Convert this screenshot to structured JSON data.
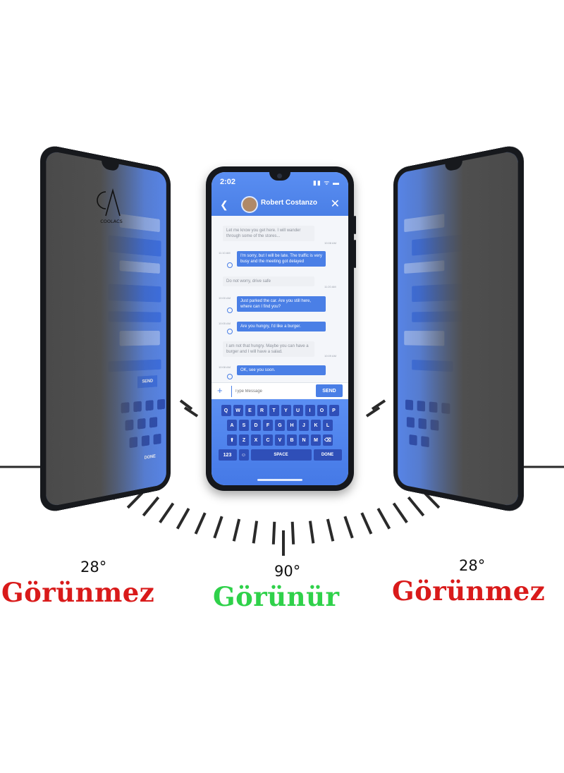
{
  "brand": {
    "name": "COOLACS",
    "mark": "CA"
  },
  "chat": {
    "status_time": "2:02",
    "status_icons": "▮▮ ᯤ ▬",
    "contact_name": "Robert Costanzo",
    "back_icon": "chevron-left-icon",
    "close_icon": "close-icon",
    "messages": [
      {
        "dir": "in",
        "text": "Let me know you get here. I will wander through some of the stores...",
        "time": "10:08 AM"
      },
      {
        "dir": "out",
        "text": "I'm sorry, but I will be late. The traffic is very busy and the meeting got delayed",
        "time": "11:10 AM"
      },
      {
        "dir": "in",
        "text": "Do not worry, drive safe",
        "time": "11:20 AM"
      },
      {
        "dir": "out",
        "text": "Just parked the car. Are you still here, where can I find you?",
        "time": "10:00 AM"
      },
      {
        "dir": "out",
        "text": "Are you hungry, I'd like a burger.",
        "time": "10:05 AM"
      },
      {
        "dir": "in",
        "text": "I am not that hungry. Maybe you can have a burger and I will have a salad.",
        "time": "10:09 AM"
      },
      {
        "dir": "out",
        "text": "OK, see you soon.",
        "time": "10:08 AM"
      }
    ],
    "input_placeholder": "Type Message",
    "send_label": "SEND"
  },
  "keyboard": {
    "row1": [
      "Q",
      "W",
      "E",
      "R",
      "T",
      "Y",
      "U",
      "I",
      "O",
      "P"
    ],
    "row2": [
      "A",
      "S",
      "D",
      "F",
      "G",
      "H",
      "J",
      "K",
      "L"
    ],
    "row3": [
      "Z",
      "X",
      "C",
      "V",
      "B",
      "N",
      "M"
    ],
    "num_label": "123",
    "space_label": "SPACE",
    "done_label": "DONE"
  },
  "angles": {
    "left": {
      "degree": "28°",
      "label": "Görünmez",
      "color": "#d91a1a"
    },
    "center": {
      "degree": "90°",
      "label": "Görünür",
      "color": "#2fd14a"
    },
    "right": {
      "degree": "28°",
      "label": "Görünmez",
      "color": "#d91a1a"
    }
  }
}
